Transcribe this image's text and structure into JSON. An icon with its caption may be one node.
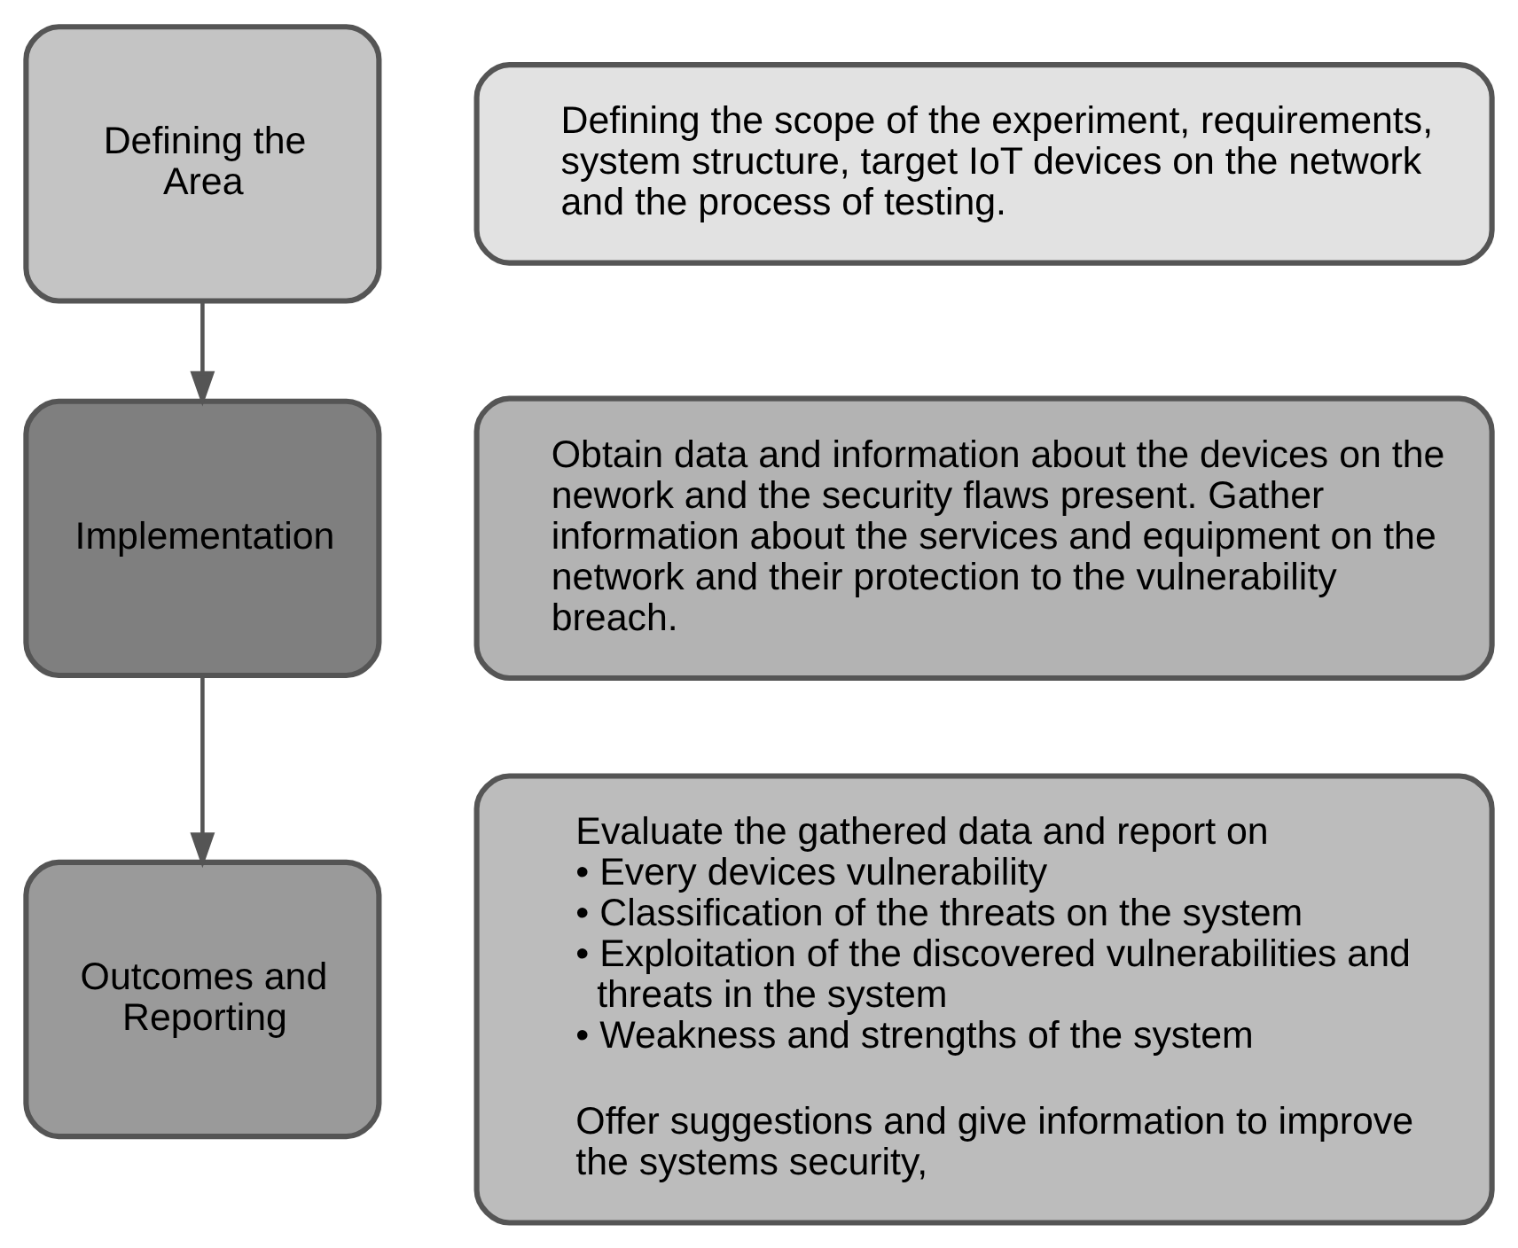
{
  "diagram": {
    "nodes": [
      {
        "text": [
          "Defining the Area"
        ]
      },
      {
        "text": [
          "Defining the scope of the experiment, requirements, system structure, target IoT devices on the network and the process of testing."
        ]
      },
      {
        "text": [
          "Implementation"
        ]
      },
      {
        "text": [
          "Obtain data and information about the devices on the nework and the security flaws present. Gather information about the services and equipment on the network and their protection to the vulnerability breach."
        ]
      },
      {
        "text": [
          "Outcomes and Reporting"
        ]
      },
      {
        "text": [
          "Evaluate the gathered data and report on",
          "• Every devices vulnerability",
          "• Classification of the threats on the system",
          "• Exploitation of the discovered vulnerabilities and threats in the system",
          "• Weakness and strengths of the system",
          "Offer suggestions and give information to improve the systems security,"
        ]
      }
    ],
    "edges": [
      {
        "from": 0,
        "to": 2,
        "arrow": "to"
      },
      {
        "from": 2,
        "to": 4,
        "arrow": "to"
      }
    ]
  }
}
